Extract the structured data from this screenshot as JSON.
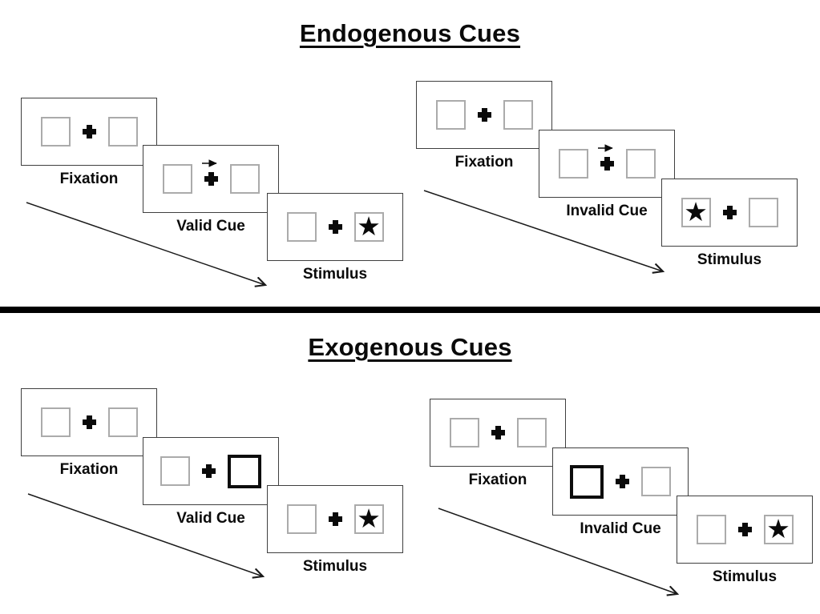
{
  "colors": {
    "background": "#ffffff",
    "ink": "#0a0a0a",
    "card_border": "#3f3f3f",
    "placeholder_box_border": "#ababab",
    "cue_box_border": "#0d0d0d",
    "divider": "#000000"
  },
  "glyphs": {
    "star": "★"
  },
  "icons": {
    "fixation": "cross-icon",
    "endogenous_cue": "right-arrow-icon",
    "exogenous_cue": "highlighted-box",
    "target": "star-icon",
    "sequence": "diagonal-arrow"
  },
  "sections": {
    "endogenous": {
      "title": "Endogenous Cues",
      "trials": {
        "valid": {
          "frames": {
            "fixation": {
              "label": "Fixation"
            },
            "cue": {
              "label": "Valid Cue",
              "cue_type": "central-arrow-right"
            },
            "stimulus": {
              "label": "Stimulus",
              "target_side": "right"
            }
          }
        },
        "invalid": {
          "frames": {
            "fixation": {
              "label": "Fixation"
            },
            "cue": {
              "label": "Invalid Cue",
              "cue_type": "central-arrow-right"
            },
            "stimulus": {
              "label": "Stimulus",
              "target_side": "left"
            }
          }
        }
      }
    },
    "exogenous": {
      "title": "Exogenous Cues",
      "trials": {
        "valid": {
          "frames": {
            "fixation": {
              "label": "Fixation"
            },
            "cue": {
              "label": "Valid Cue",
              "cue_type": "peripheral-box-right"
            },
            "stimulus": {
              "label": "Stimulus",
              "target_side": "right"
            }
          }
        },
        "invalid": {
          "frames": {
            "fixation": {
              "label": "Fixation"
            },
            "cue": {
              "label": "Invalid Cue",
              "cue_type": "peripheral-box-left"
            },
            "stimulus": {
              "label": "Stimulus",
              "target_side": "right"
            }
          }
        }
      }
    }
  }
}
